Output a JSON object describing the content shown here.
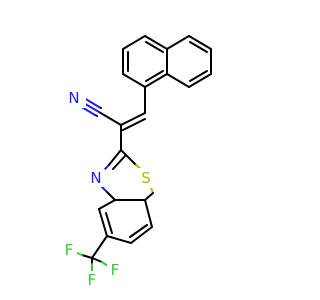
{
  "molecule": {
    "atoms": {
      "nitrile_n": "N",
      "thiazole_n": "N",
      "thiazole_s": "S",
      "fluorine_1": "F",
      "fluorine_2": "F",
      "fluorine_3": "F"
    },
    "colors": {
      "carbon": "#000000",
      "nitrogen": "#1f1ff0",
      "sulfur": "#b8b800",
      "fluorine": "#33cc33"
    }
  }
}
